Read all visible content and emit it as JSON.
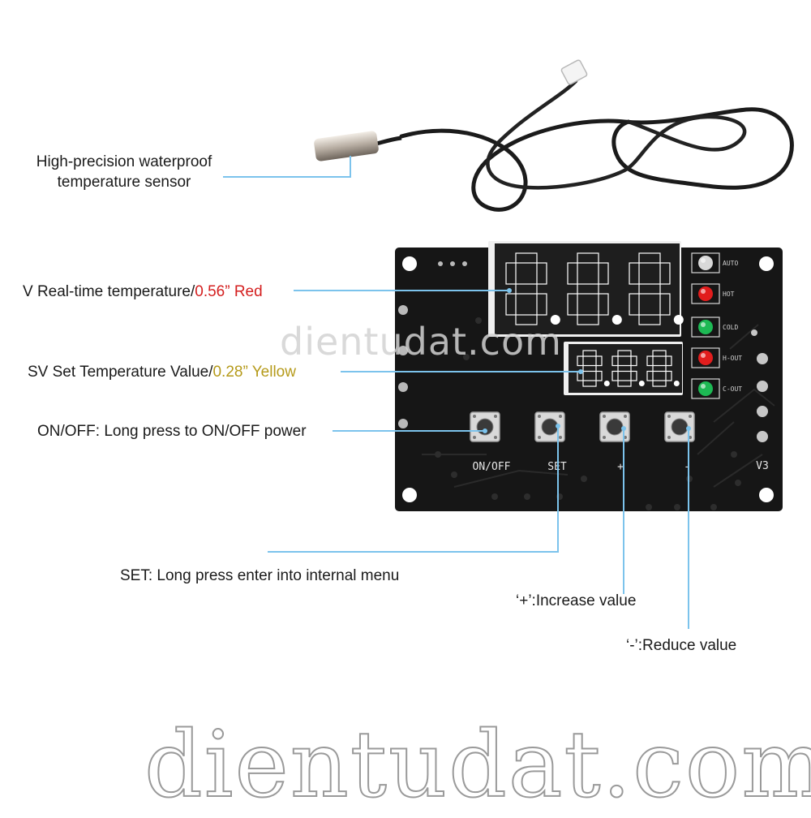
{
  "labels": {
    "sensor_line1": "High-precision waterproof",
    "sensor_line2": "temperature sensor",
    "pv_prefix": "V Real-time temperature/",
    "pv_size": "0.56” Red",
    "sv_prefix": "SV Set Temperature Value/",
    "sv_size": "0.28” Yellow",
    "onoff": "ON/OFF: Long press to ON/OFF power",
    "set": "SET: Long press enter into internal menu",
    "plus": "‘+’:Increase value",
    "minus": "‘-’:Reduce value"
  },
  "board": {
    "button_labels": [
      "ON/OFF",
      "SET",
      "+",
      "-"
    ],
    "led_labels": [
      "AUTO",
      "HOT",
      "COLD",
      "H-OUT",
      "C-OUT"
    ],
    "led_colors": [
      "#d9d9d9",
      "#e11d1d",
      "#1db954",
      "#e11d1d",
      "#1db954"
    ],
    "version": "V3"
  },
  "watermark": {
    "small": "dientudat.com",
    "large": "dientudat.com"
  },
  "colors": {
    "leader_line": "#7cc3ec",
    "board": "#151515",
    "pv_digit": "#e01b1b",
    "sv_digit": "#e01b1b"
  }
}
